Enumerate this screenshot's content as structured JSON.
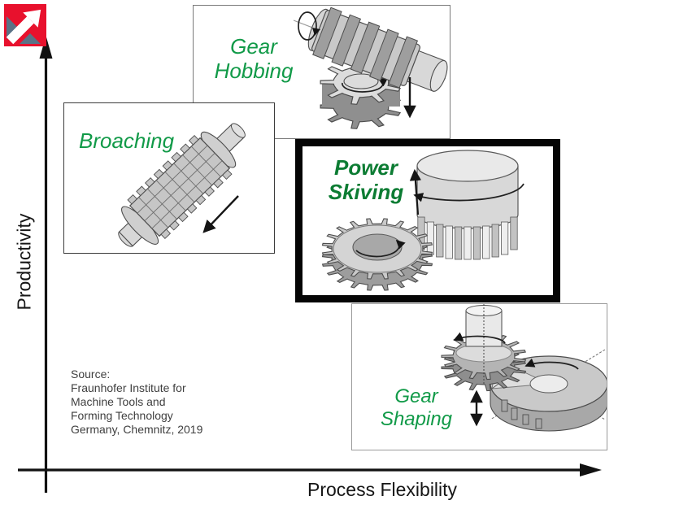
{
  "axes": {
    "y_label": "Productivity",
    "x_label": "Process Flexibility",
    "axis_color": "#111111"
  },
  "processes": {
    "hobbing": {
      "label_lines": [
        "Gear",
        "Hobbing"
      ],
      "highlighted": false
    },
    "broaching": {
      "label_lines": [
        "Broaching"
      ],
      "highlighted": false
    },
    "skiving": {
      "label_lines": [
        "Power",
        "Skiving"
      ],
      "highlighted": true
    },
    "shaping": {
      "label_lines": [
        "Gear",
        "Shaping"
      ],
      "highlighted": false
    }
  },
  "source": {
    "lines": [
      "Source:",
      "Fraunhofer Institute for",
      "Machine Tools and",
      "Forming Technology",
      "Germany, Chemnitz, 2019"
    ]
  },
  "colors": {
    "process_label_green": "#119a48",
    "skiving_label_green": "#0c7c33",
    "highlight_border": "#050505",
    "logo_red": "#e8112d",
    "logo_slate": "#5a7286",
    "drawing_outline": "#4d4d4d"
  }
}
